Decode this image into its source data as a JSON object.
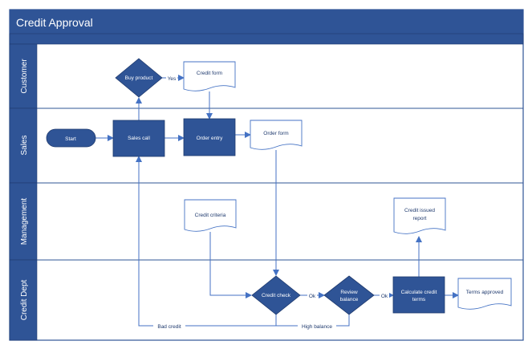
{
  "title": "Credit Approval",
  "lanes": [
    "Customer",
    "Sales",
    "Management",
    "Credit Dept"
  ],
  "nodes": {
    "buy_product": "Buy product",
    "credit_form": "Credit form",
    "start": "Start",
    "sales_call": "Sales call",
    "order_entry": "Order entry",
    "order_form": "Order form",
    "credit_criteria": "Credit criteria",
    "credit_issued_report_line1": "Credit issued",
    "credit_issued_report_line2": "report",
    "credit_check": "Credit check",
    "review_balance_line1": "Review",
    "review_balance_line2": "balance",
    "calculate_credit_terms_line1": "Calculate credit",
    "calculate_credit_terms_line2": "terms",
    "terms_approved": "Terms approved"
  },
  "edges": {
    "yes": "Yes",
    "ok1": "Ok",
    "ok2": "Ok",
    "bad_credit": "Bad credit",
    "high_balance": "High balance"
  },
  "colors": {
    "header": "#2f5496",
    "shape_fill": "#2f5496",
    "line": "#4472c4",
    "doc_stroke": "#4472c4",
    "lane_border": "#2f5496"
  }
}
